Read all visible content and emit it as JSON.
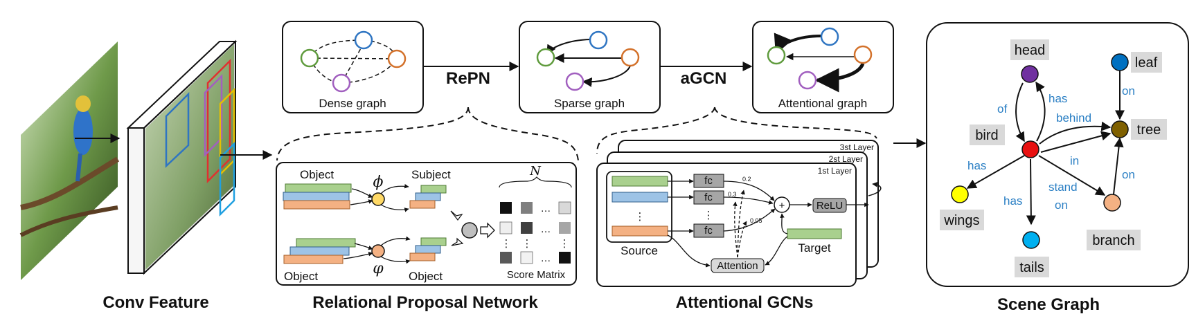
{
  "captions": {
    "conv": "Conv Feature",
    "repn_full": "Relational Proposal Network",
    "agcn_full": "Attentional GCNs",
    "scene": "Scene Graph"
  },
  "top": {
    "dense": "Dense graph",
    "sparse": "Sparse graph",
    "attentional": "Attentional graph",
    "repn": "RePN",
    "agcn": "aGCN"
  },
  "repn": {
    "object_top": "Object",
    "subject": "Subject",
    "object_bl": "Object",
    "object_br": "Object",
    "phi": "ϕ",
    "varphi": "φ",
    "n": "N",
    "score_matrix": "Score Matrix",
    "dots": "…",
    "vdots": "⋮"
  },
  "agcn": {
    "layer3": "3st Layer",
    "layer2": "2st Layer",
    "layer1": "1st Layer",
    "fc": "fc",
    "relu": "ReLU",
    "plus": "+",
    "source": "Source",
    "target": "Target",
    "attention": "Attention",
    "w1": "0.2",
    "w2": "0.3",
    "w3": "0.05",
    "vdots": "⋮"
  },
  "scene": {
    "head": "head",
    "leaf": "leaf",
    "bird": "bird",
    "tree": "tree",
    "wings": "wings",
    "branch": "branch",
    "tails": "tails",
    "e_of": "of",
    "e_has1": "has",
    "e_behind": "behind",
    "e_on1": "on",
    "e_in": "in",
    "e_has2": "has",
    "e_has3": "has",
    "e_stand": "stand",
    "e_on2": "on",
    "e_on3": "on"
  },
  "colors": {
    "green": "#5f9b3d",
    "blue": "#2f75c2",
    "orange": "#d3712a",
    "purple": "#a15fbf",
    "bar_green": "#a9d08e",
    "bar_blue": "#9dc3e6",
    "bar_orange": "#f4b183",
    "node_head": "#7030a0",
    "node_leaf": "#0070c0",
    "node_bird": "#e81010",
    "node_tree": "#7f6000",
    "node_wings": "#ffff00",
    "node_branch": "#f4b183",
    "node_tails": "#00b0f0",
    "label_bg": "#d9d9d9",
    "edge_label": "#2a7fc4"
  }
}
